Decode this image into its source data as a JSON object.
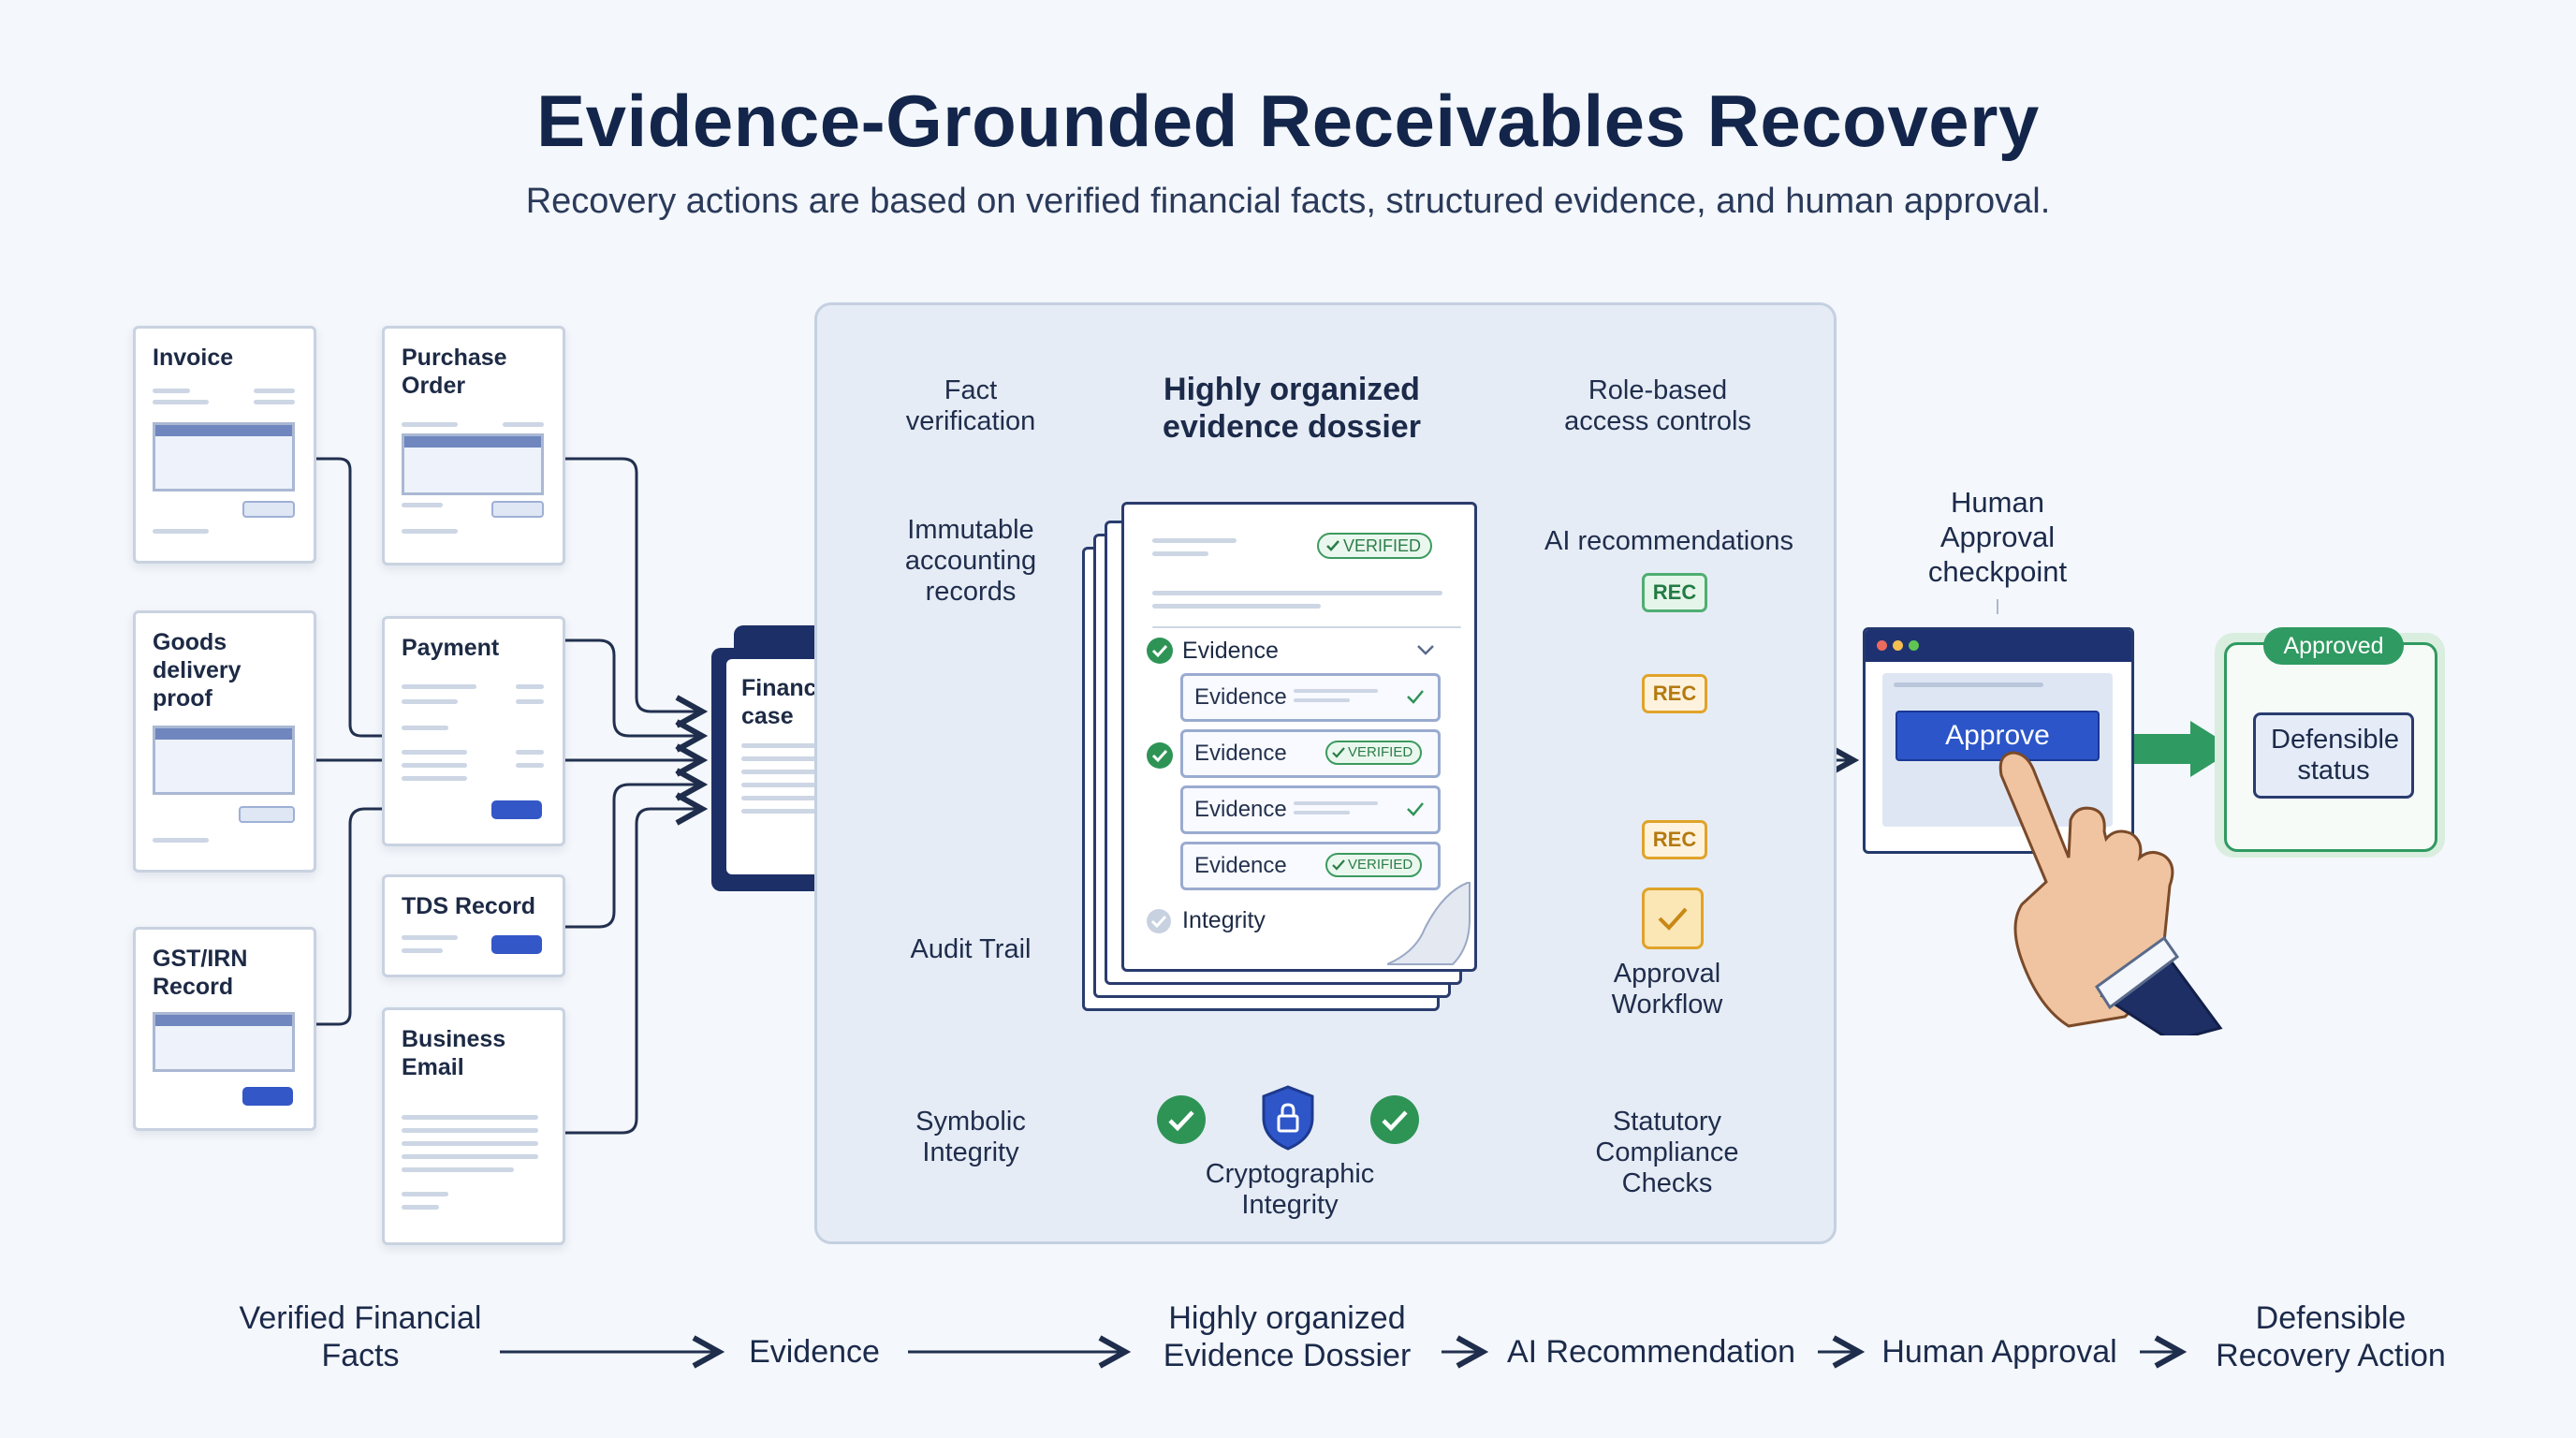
{
  "header": {
    "title": "Evidence-Grounded Receivables Recovery",
    "subtitle": "Recovery actions are based on verified financial facts, structured evidence, and human approval."
  },
  "sources": {
    "invoice": "Invoice",
    "purchase_order": "Purchase Order",
    "goods_delivery": "Goods delivery proof",
    "payment": "Payment",
    "gst_irn": "GST/IRN Record",
    "tds": "TDS Record",
    "business_email": "Business Email"
  },
  "financial_case": "Financial case",
  "panel": {
    "fact_verification": "Fact verification",
    "dossier_title": "Highly organized evidence dossier",
    "role_based": "Role-based access controls",
    "immutable": "Immutable accounting records",
    "ai_recommendations": "AI recommendations",
    "audit_trail": "Audit Trail",
    "symbolic_integrity": "Symbolic Integrity",
    "cryptographic_integrity": "Cryptographic Integrity",
    "approval_workflow": "Approval Workflow",
    "statutory": "Statutory Compliance Checks",
    "rec": "REC"
  },
  "dossier": {
    "verified_badge": "VERIFIED",
    "evidence_header": "Evidence",
    "rows": [
      {
        "label": "Evidence",
        "status": "check"
      },
      {
        "label": "Evidence",
        "status": "VERIFIED"
      },
      {
        "label": "Evidence",
        "status": "check"
      },
      {
        "label": "Evidence",
        "status": "VERIFIED"
      }
    ],
    "integrity": "Integrity"
  },
  "approval": {
    "checkpoint_label": "Human Approval checkpoint",
    "approve_button": "Approve",
    "approved_badge": "Approved",
    "defensible_status": "Defensible status"
  },
  "bottom_flow": {
    "step1": "Verified Financial Facts",
    "step2": "Evidence",
    "step3": "Highly organized Evidence Dossier",
    "step4": "AI Recommendation",
    "step5": "Human Approval",
    "step6": "Defensible Recovery Action"
  },
  "colors": {
    "navy": "#1c2f66",
    "blue": "#3457c7",
    "green": "#2e9456",
    "amber": "#e0a32a"
  }
}
